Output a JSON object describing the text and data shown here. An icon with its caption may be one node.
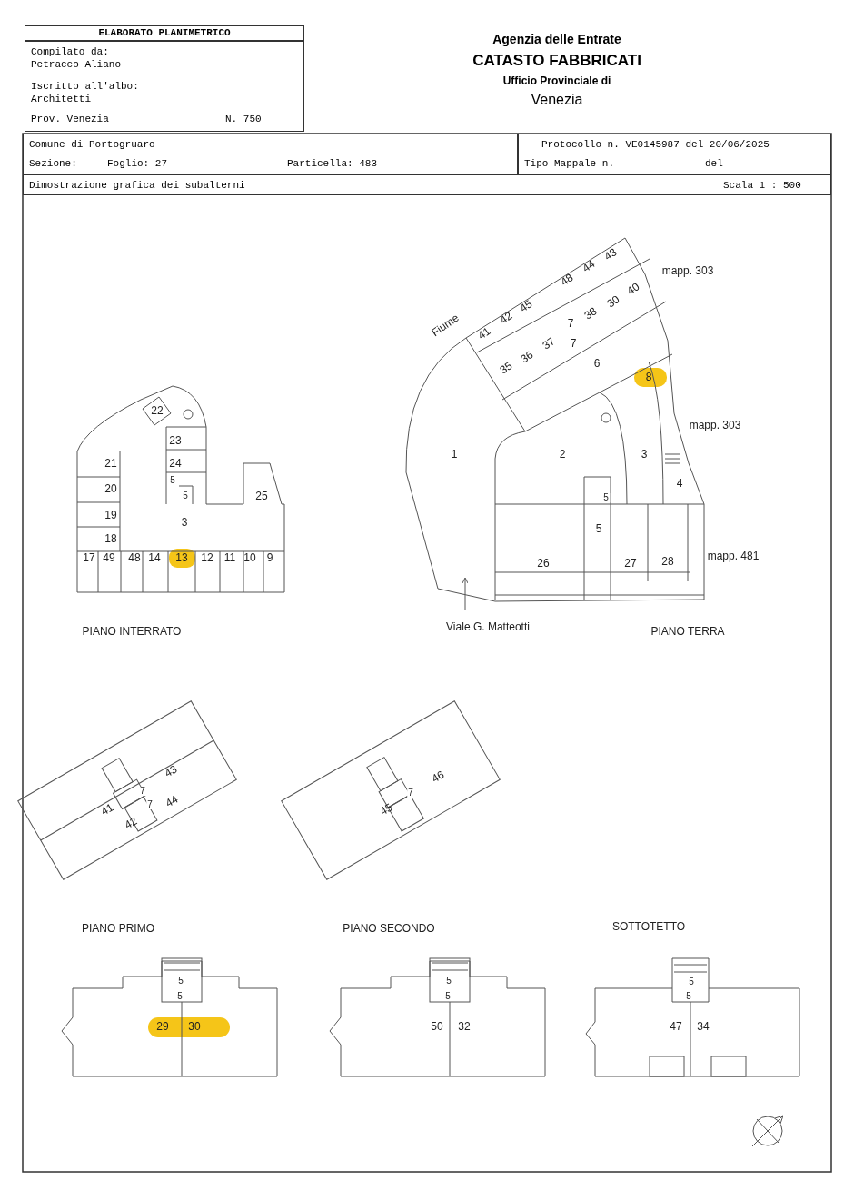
{
  "diagram": {
    "title": "ELABORATO PLANIMETRICO",
    "nodes": [
      {
        "text": [
          "Compilato da: Petracco Aliano",
          "Iscritto all'albo: Architetti",
          "Prov. Venezia",
          "N. 750"
        ]
      },
      {
        "text": [
          "Comune di Portogruaro",
          "Sezione:",
          "Foglio: 27",
          "Particella: 483"
        ]
      },
      {
        "text": [
          "Protocollo n. VE0145987 del 20/06/2025",
          "Tipo Mappale n.",
          "del"
        ]
      },
      {
        "text": [
          "Dimostrazione grafica dei subalterni",
          "Scala 1 : 500"
        ]
      }
    ],
    "labels": [
      "Agenzia delle Entrate",
      "CATASTO FABBRICATI",
      "Ufficio Provinciale di",
      "Venezia",
      "Fiume",
      "41",
      "42",
      "45",
      "48",
      "44",
      "43",
      "mapp. 303",
      "35",
      "36",
      "37",
      "7",
      "38",
      "30",
      "40",
      "7",
      "6",
      "8",
      "mapp. 303",
      "1",
      "2",
      "3",
      "4",
      "5",
      "5",
      "26",
      "27",
      "28",
      "mapp. 481",
      "Viale G. Matteotti",
      "PIANO TERRA",
      "22",
      "23",
      "21",
      "24",
      "5",
      "20",
      "5",
      "25",
      "19",
      "3",
      "18",
      "17",
      "49",
      "48",
      "14",
      "13",
      "12",
      "11",
      "10",
      "9",
      "PIANO INTERRATO",
      "43",
      "7",
      "41",
      "7",
      "44",
      "42",
      "46",
      "7",
      "45",
      "PIANO PRIMO",
      "PIANO SECONDO",
      "SOTTOTETTO",
      "5",
      "5",
      "29",
      "30",
      "5",
      "5",
      "50",
      "32",
      "5",
      "5",
      "47",
      "34"
    ]
  }
}
